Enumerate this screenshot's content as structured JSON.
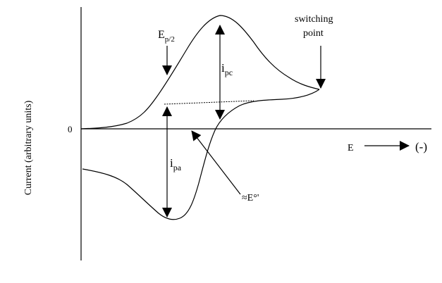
{
  "diagram": {
    "title": "Cyclic voltammogram",
    "y_axis_label": "Current (arbitrary units)",
    "zero_label": "0",
    "x_axis_label": "E",
    "x_direction_label": "(-)",
    "labels": {
      "ep2_main": "E",
      "ep2_sub": "p/2",
      "ipc_main": "i",
      "ipc_sub": "pc",
      "ipa_main": "i",
      "ipa_sub": "pa",
      "e0": "≈E°'",
      "switching_line1": "switching",
      "switching_line2": "point"
    },
    "colors": {
      "line": "#000000",
      "background": "#ffffff"
    }
  }
}
